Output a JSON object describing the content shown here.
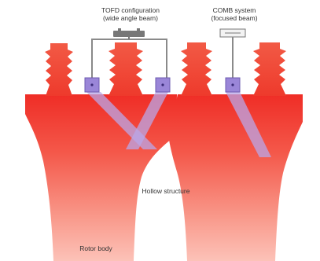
{
  "labels": {
    "tofd_line1": "TOFD configuration",
    "tofd_line2": "(wide angle beam)",
    "comb_line1": "COMB system",
    "comb_line2": "(focused beam)",
    "hollow": "Hollow structure",
    "rotor": "Rotor body"
  },
  "colors": {
    "body_light": "#fb9a8c",
    "body_dark": "#ee2a25",
    "root": "#f04a35",
    "beam": "#b7a6e6",
    "probe": "#9a86d8",
    "fixture": "#888888"
  }
}
